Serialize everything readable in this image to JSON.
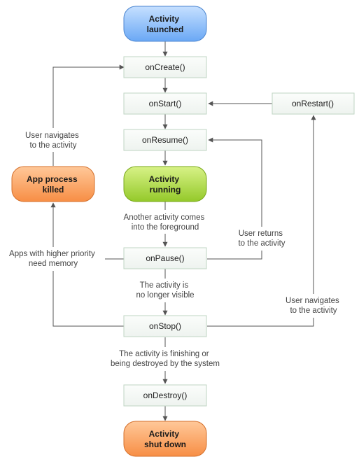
{
  "colors": {
    "blue_top": "#c6e0ff",
    "blue_bottom": "#6aa8f5",
    "blue_stroke": "#4c86d0",
    "green_top": "#d8f287",
    "green_bottom": "#94c92a",
    "green_stroke": "#79a81c",
    "orange_top": "#ffc899",
    "orange_bottom": "#f78e45",
    "orange_stroke": "#d4702c",
    "box_fill_top": "#fbfdfb",
    "box_fill_bottom": "#eef3ef",
    "box_stroke": "#bfd5c3",
    "line": "#555555"
  },
  "states": {
    "launched": [
      "Activity",
      "launched"
    ],
    "running": [
      "Activity",
      "running"
    ],
    "killed": [
      "App process",
      "killed"
    ],
    "shutdown": [
      "Activity",
      "shut down"
    ]
  },
  "callbacks": {
    "on_create": "onCreate()",
    "on_start": "onStart()",
    "on_resume": "onResume()",
    "on_pause": "onPause()",
    "on_stop": "onStop()",
    "on_destroy": "onDestroy()",
    "on_restart": "onRestart()"
  },
  "labels": {
    "user_navigates_left": [
      "User navigates",
      "to the activity"
    ],
    "another_activity": [
      "Another activity comes",
      "into the foreground"
    ],
    "user_returns": [
      "User returns",
      "to the activity"
    ],
    "higher_priority": [
      "Apps with higher priority",
      "need memory"
    ],
    "no_longer_visible": [
      "The activity is",
      "no longer visible"
    ],
    "user_navigates_right": [
      "User navigates",
      "to the activity"
    ],
    "finishing": [
      "The activity is finishing or",
      "being destroyed by the system"
    ]
  }
}
